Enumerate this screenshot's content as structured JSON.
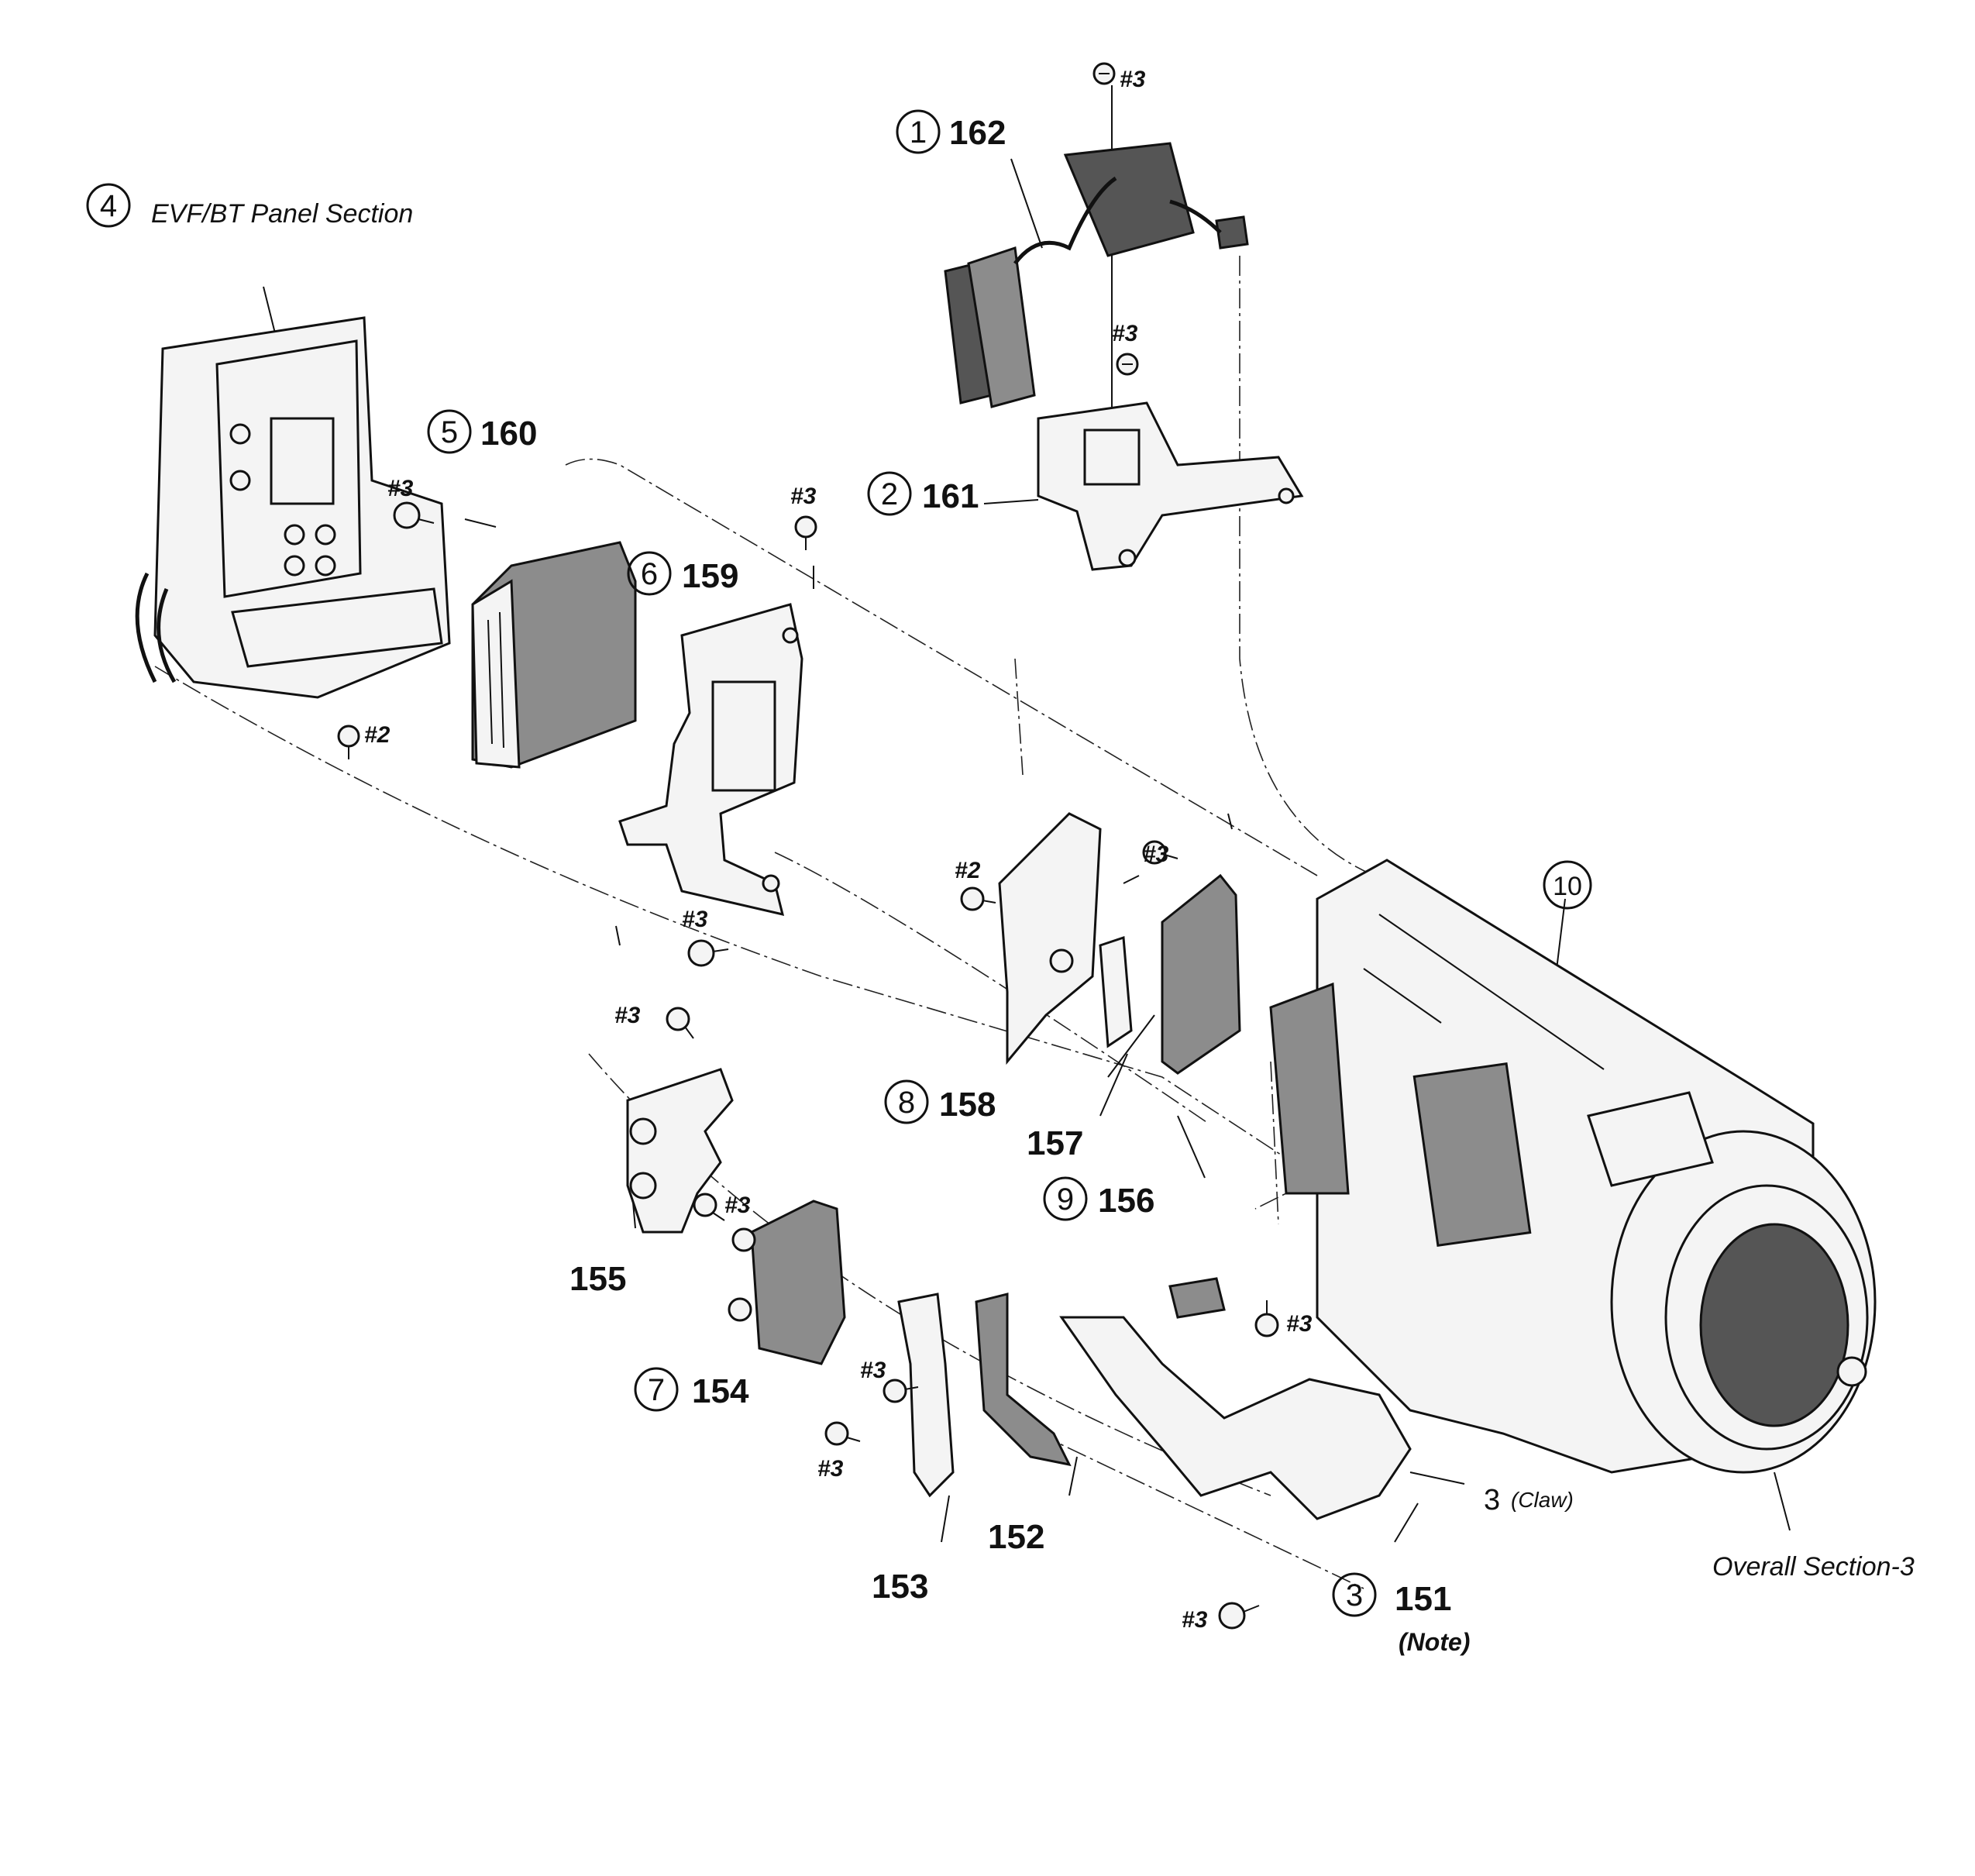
{
  "labels": {
    "evf_section": "EVF/BT Panel Section",
    "overall_section": "Overall Section-3",
    "claw": "(Claw)",
    "claw_num": "3",
    "note": "(Note)",
    "screw_2": "#2",
    "screw_3": "#3"
  },
  "steps": [
    "1",
    "2",
    "3",
    "4",
    "5",
    "6",
    "7",
    "8",
    "9",
    "10"
  ],
  "parts": [
    "162",
    "161",
    "160",
    "159",
    "158",
    "157",
    "156",
    "155",
    "154",
    "153",
    "152",
    "151"
  ]
}
